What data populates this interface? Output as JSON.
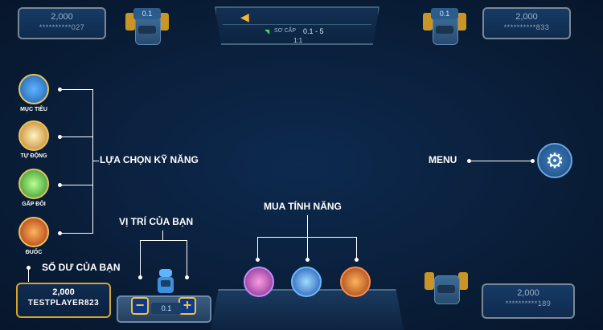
{
  "players": {
    "top_left": {
      "balance": "2,000",
      "name": "**********027",
      "bet": "0.1"
    },
    "top_right": {
      "balance": "2,000",
      "name": "**********833",
      "bet": "0.1"
    },
    "bottom_right": {
      "balance": "2,000",
      "name": "**********189"
    },
    "self": {
      "balance": "2,000",
      "name": "TESTPLAYER823",
      "bet": "0.1"
    }
  },
  "room": {
    "level": "SƠ CẤP",
    "range": "0.1 - 5",
    "ratio": "1:1"
  },
  "skills": [
    {
      "label": "MỤC TIÊU",
      "icon": "target-icon"
    },
    {
      "label": "TỰ ĐỘNG",
      "icon": "auto-icon"
    },
    {
      "label": "GẤP ĐÔI",
      "icon": "double-icon"
    },
    {
      "label": "ĐUỐC",
      "icon": "torch-icon"
    }
  ],
  "callouts": {
    "skills": "LỰA CHỌN KỸ NĂNG",
    "menu": "MENU",
    "position": "VỊ TRÍ CỦA BẠN",
    "features": "MUA TÍNH NĂNG",
    "balance": "SỐ DƯ CỦA BẠN"
  },
  "controls": {
    "minus": "−",
    "plus": "+"
  },
  "colors": {
    "accent": "#e9c35a",
    "panel": "#163b66",
    "background": "#0a1f3b"
  }
}
